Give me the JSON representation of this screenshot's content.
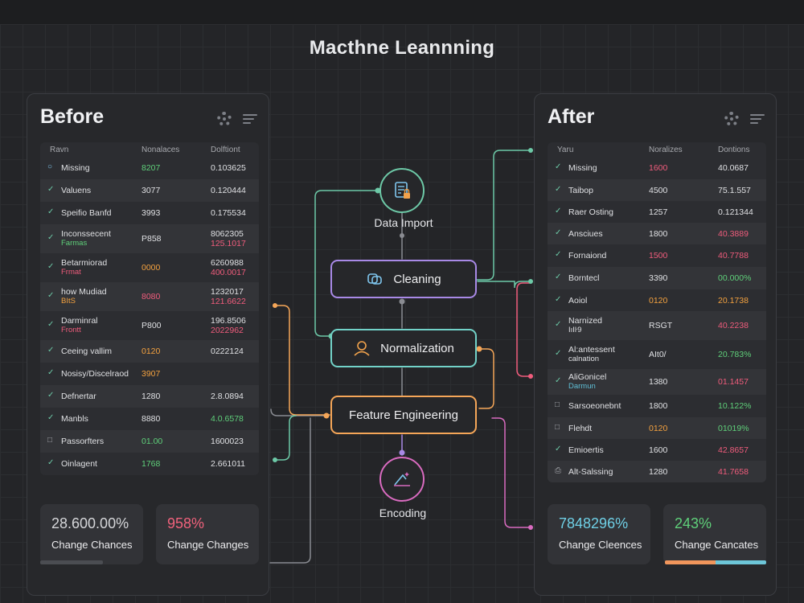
{
  "header": {
    "title": "Macthne Leannning"
  },
  "before": {
    "title": "Before",
    "columns": [
      "Ravn",
      "Nonalaces",
      "Dolftiont"
    ],
    "rows": [
      {
        "icon": "circle",
        "label": "Missing",
        "sub": "",
        "value": "8207",
        "value_color": "#5fd07a",
        "num": "0.103625",
        "num2": ""
      },
      {
        "icon": "check",
        "label": "Valuens",
        "sub": "",
        "value": "3077",
        "value_color": "#dfe0e3",
        "num": "0.120444",
        "num2": ""
      },
      {
        "icon": "check",
        "label": "Speifio Banfd",
        "sub": "",
        "value": "3993",
        "value_color": "#dfe0e3",
        "num": "0.175534",
        "num2": ""
      },
      {
        "icon": "check",
        "label": "Inconssecent",
        "sub": "Farmas",
        "sub_color": "#5fd07a",
        "value": "P858",
        "value_color": "#dfe0e3",
        "num": "8062305",
        "num2": "125.1017"
      },
      {
        "icon": "check",
        "label": "Betarmiorad",
        "sub": "Frmat",
        "sub_color": "#f05c7c",
        "value": "0000",
        "value_color": "#f3a13f",
        "num": "6260988",
        "num2": "400.0017"
      },
      {
        "icon": "check",
        "label": "how Mudiad",
        "sub": "BItS",
        "sub_color": "#f3a13f",
        "value": "8080",
        "value_color": "#f05c7c",
        "num": "1232017",
        "num2": "121.6622"
      },
      {
        "icon": "check",
        "label": "Darminral",
        "sub": "Frontt",
        "sub_color": "#f05c7c",
        "value": "P800",
        "value_color": "#dfe0e3",
        "num": "196.8506",
        "num2": "2022962"
      },
      {
        "icon": "check",
        "label": "Ceeing vallim",
        "sub": "",
        "value": "0120",
        "value_color": "#f3a13f",
        "num": "0222124",
        "num2": ""
      },
      {
        "icon": "check",
        "label": "Nosisy/Discelraod",
        "sub": "",
        "value": "3907",
        "value_color": "#f3a13f",
        "num": "",
        "num2": ""
      },
      {
        "icon": "check",
        "label": "Defnertar",
        "sub": "",
        "value": "1280",
        "value_color": "#dfe0e3",
        "num": "2.8.0894",
        "num2": ""
      },
      {
        "icon": "check",
        "label": "Manbls",
        "sub": "",
        "value": "8880",
        "value_color": "#dfe0e3",
        "num": "4.0.6578",
        "num2": "",
        "num_color": "#5fd07a"
      },
      {
        "icon": "square",
        "label": "Passorfters",
        "sub": "",
        "value": "01.00",
        "value_color": "#5fd07a",
        "num": "1600023",
        "num2": ""
      },
      {
        "icon": "check",
        "label": "Oinlagent",
        "sub": "",
        "value": "1768",
        "value_color": "#5fd07a",
        "num": "2.661011",
        "num2": ""
      }
    ],
    "cards": [
      {
        "value": "28.600.00%",
        "value_color": "#d6d7da",
        "label": "Change Chances"
      },
      {
        "value": "958%",
        "value_color": "#f0627c",
        "label": "Change Changes"
      }
    ]
  },
  "after": {
    "title": "After",
    "columns": [
      "Yaru",
      "Noralizes",
      "Dontions"
    ],
    "rows": [
      {
        "icon": "check",
        "label": "Missing",
        "sub": "",
        "value": "1600",
        "value_color": "#f05c7c",
        "num": "40.0687",
        "num2": ""
      },
      {
        "icon": "check",
        "label": "Taibop",
        "sub": "",
        "value": "4500",
        "value_color": "#dfe0e3",
        "num": "75.1.557",
        "num2": ""
      },
      {
        "icon": "check",
        "label": "Raer Osting",
        "sub": "",
        "value": "1257",
        "value_color": "#dfe0e3",
        "num": "0.121344",
        "num2": ""
      },
      {
        "icon": "check",
        "label": "Ansciues",
        "sub": "",
        "value": "1800",
        "value_color": "#dfe0e3",
        "num": "40.3889",
        "num2": "",
        "num_color": "#f05c7c"
      },
      {
        "icon": "check",
        "label": "Fornaiond",
        "sub": "",
        "value": "1500",
        "value_color": "#f05c7c",
        "num": "40.7788",
        "num2": "",
        "num_color": "#f05c7c"
      },
      {
        "icon": "check",
        "label": "Borntecl",
        "sub": "",
        "value": "3390",
        "value_color": "#dfe0e3",
        "num": "00.000%",
        "num2": "",
        "num_color": "#5fd07a"
      },
      {
        "icon": "check",
        "label": "Aoiol",
        "sub": "",
        "value": "0120",
        "value_color": "#f3a13f",
        "num": "20.1738",
        "num2": "",
        "num_color": "#f3a13f"
      },
      {
        "icon": "check",
        "label": "Narnized",
        "sub": "IıIŀ9",
        "sub_color": "#dfe0e3",
        "value": "RSGT",
        "value_color": "#dfe0e3",
        "num": "40.2238",
        "num2": "",
        "num_color": "#f05c7c"
      },
      {
        "icon": "check",
        "label": "Al:antessent",
        "sub": "calnation",
        "sub_color": "#dfe0e3",
        "value": "AIt0/",
        "value_color": "#dfe0e3",
        "num": "20.783%",
        "num2": "",
        "num_color": "#5fd07a"
      },
      {
        "icon": "check",
        "label": "AliGonicel",
        "sub": "Darmun",
        "sub_color": "#5fbfd6",
        "value": "1380",
        "value_color": "#dfe0e3",
        "num": "01.1457",
        "num2": "",
        "num_color": "#f05c7c"
      },
      {
        "icon": "square",
        "label": "Sarsoeonebnt",
        "sub": "",
        "value": "1800",
        "value_color": "#dfe0e3",
        "num": "10.122%",
        "num2": "",
        "num_color": "#5fd07a"
      },
      {
        "icon": "square",
        "label": "Flehdt",
        "sub": "",
        "value": "0120",
        "value_color": "#f3a13f",
        "num": "01019%",
        "num2": "",
        "num_color": "#5fd07a"
      },
      {
        "icon": "check",
        "label": "Emioertis",
        "sub": "",
        "value": "1600",
        "value_color": "#dfe0e3",
        "num": "42.8657",
        "num2": "",
        "num_color": "#f05c7c"
      },
      {
        "icon": "warn",
        "label": "Alt-Salssing",
        "sub": "",
        "value": "1280",
        "value_color": "#dfe0e3",
        "num": "41.7658",
        "num2": "",
        "num_color": "#f05c7c"
      }
    ],
    "cards": [
      {
        "value": "7848296%",
        "value_color": "#6fd0e6",
        "label": "Change Cleences"
      },
      {
        "value": "243%",
        "value_color": "#5fd07a",
        "label": "Change Cancates"
      }
    ]
  },
  "pipeline": {
    "data_import": {
      "label": "Data Import",
      "icon": "document-lock-icon",
      "color": "#6dc9a7"
    },
    "cleaning": {
      "label": "Cleaning",
      "icon": "cleaning-icon",
      "color": "#a889e6"
    },
    "normalization": {
      "label": "Normalization",
      "icon": "person-icon",
      "color": "#72d2c8"
    },
    "feature_engineering": {
      "label": "Feature Engineering",
      "icon": "",
      "color": "#f5a658"
    },
    "encoding": {
      "label": "Encoding",
      "icon": "wand-icon",
      "color": "#d96bc0"
    }
  }
}
